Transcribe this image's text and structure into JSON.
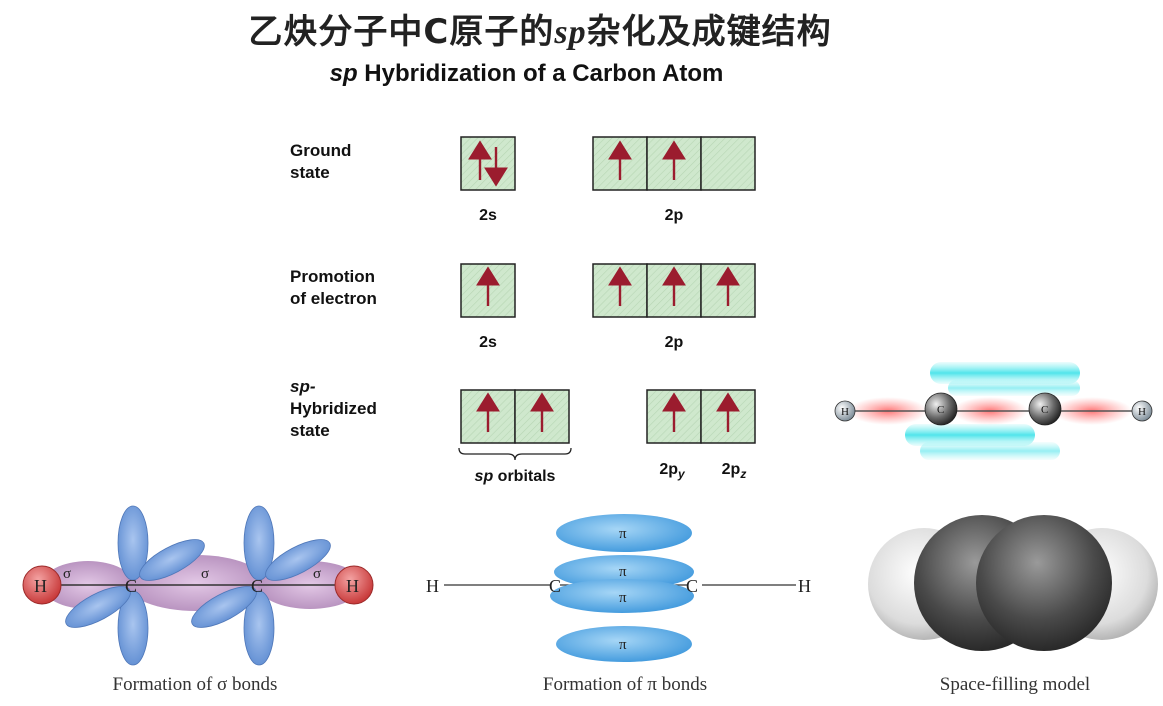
{
  "title": {
    "zh_prefix": "乙炔分子中C原子的",
    "zh_sp": "sp",
    "zh_suffix": "杂化及成键结构",
    "en_sp": "sp",
    "en_rest": " Hybridization of a Carbon Atom"
  },
  "rows": {
    "ground": {
      "label_line1": "Ground",
      "label_line2": "state",
      "s_label": "2s",
      "p_label": "2p"
    },
    "promotion": {
      "label_line1": "Promotion",
      "label_line2": "of electron",
      "s_label": "2s",
      "p_label": "2p"
    },
    "hybrid": {
      "label_line1": "sp-",
      "label_line2": "Hybridized",
      "label_line3": "state",
      "sp_label_italic": "sp",
      "sp_label_rest": " orbitals",
      "py_label": "2p",
      "py_sub": "y",
      "pz_label": "2p",
      "pz_sub": "z"
    }
  },
  "sigma_diagram": {
    "caption": "Formation of σ bonds",
    "atom_labels": {
      "h_left": "H",
      "c_left": "C",
      "c_right": "C",
      "h_right": "H"
    },
    "sigma_labels": [
      "σ",
      "σ",
      "σ"
    ]
  },
  "pi_diagram": {
    "caption": "Formation of π bonds",
    "atom_labels": {
      "h_left": "H",
      "c_left": "C",
      "c_right": "C",
      "h_right": "H"
    },
    "pi_labels": [
      "π",
      "π",
      "π",
      "π"
    ]
  },
  "model_3d": {
    "atom_labels": {
      "h_left": "H",
      "c_left": "C",
      "c_right": "C",
      "h_right": "H"
    }
  },
  "space_filling": {
    "caption": "Space-filling model"
  },
  "colors": {
    "box_fill": "#cfe8cd",
    "arrow": "#9b1c2e",
    "lobe_blue": "#7ea6df",
    "lobe_purple": "#c8a3cf",
    "hydrogen_red": "#d54b4b",
    "pi_blue": "#64b4e8"
  }
}
